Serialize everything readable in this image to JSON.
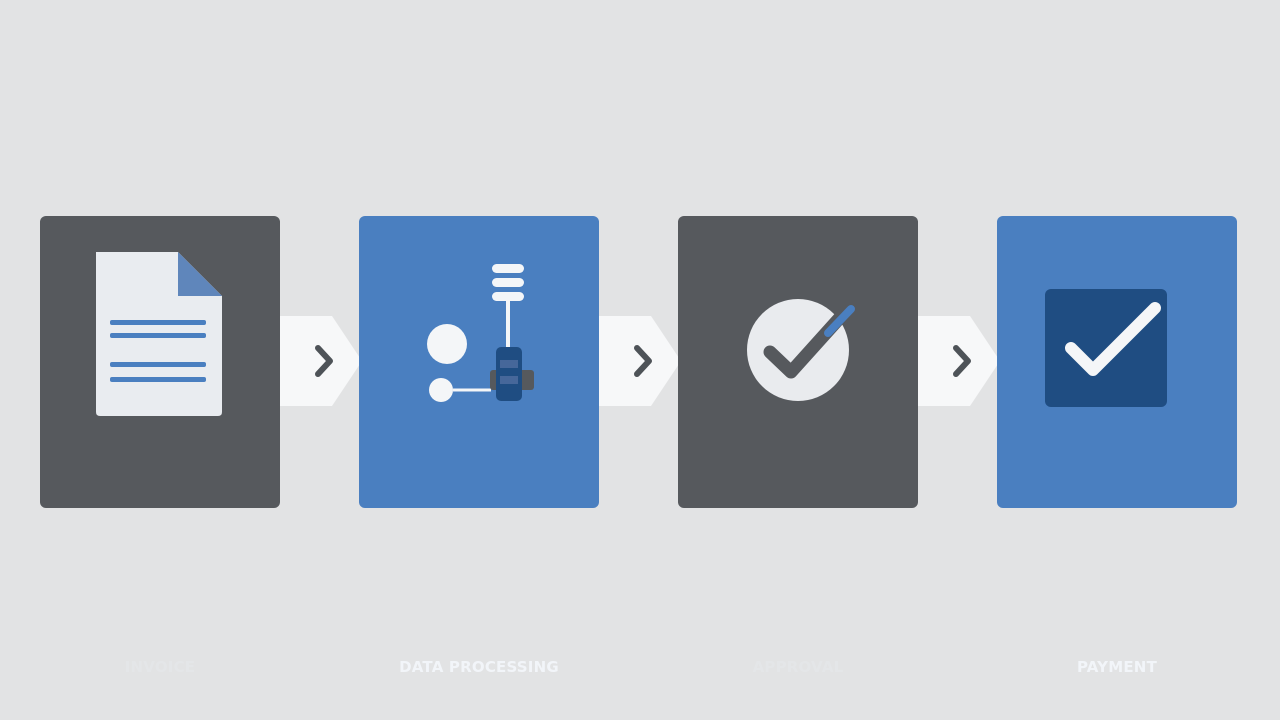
{
  "colors": {
    "background": "#e2e3e4",
    "dark_card": "#56595d",
    "blue_card": "#4a7fc0",
    "navy": "#1f4d82",
    "paper": "#e9ecf0",
    "connector_fill": "#f7f8f9",
    "chevron": "#4e5358"
  },
  "steps": [
    {
      "label": "INVOICE",
      "icon": "document-icon",
      "style": "dark"
    },
    {
      "label": "DATA PROCESSING",
      "icon": "data-processing-icon",
      "style": "blue"
    },
    {
      "label": "APPROVAL",
      "icon": "approval-check-icon",
      "style": "dark"
    },
    {
      "label": "PAYMENT",
      "icon": "checkbox-icon",
      "style": "blue"
    }
  ],
  "connectors": [
    {
      "icon": "chevron-right-icon"
    },
    {
      "icon": "chevron-right-icon"
    },
    {
      "icon": "chevron-right-icon"
    }
  ]
}
